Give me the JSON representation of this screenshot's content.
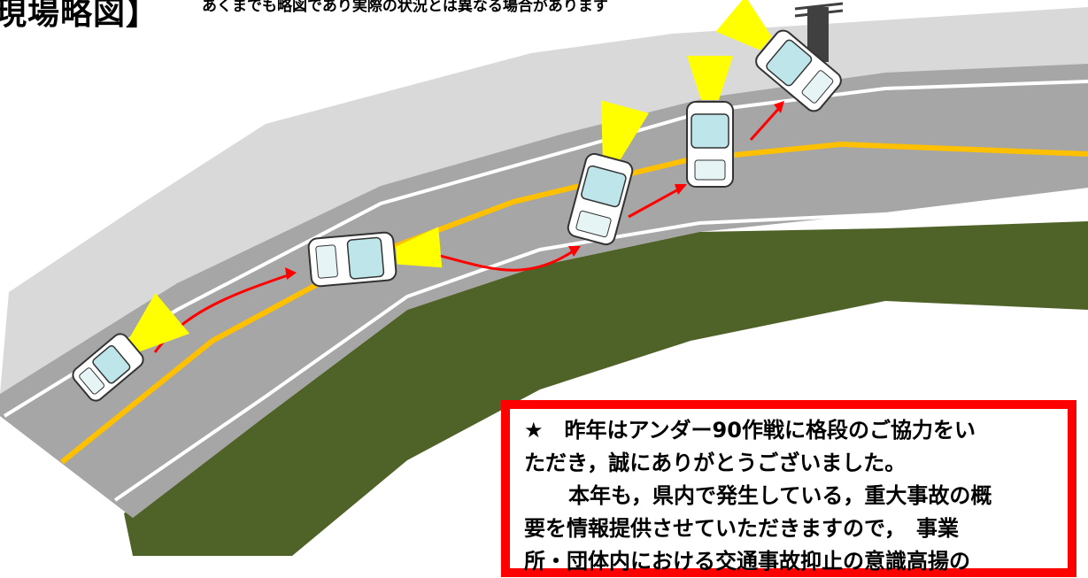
{
  "header": {
    "title": "現場略図】",
    "note": "あくまでも略図であり実際の状況とは異なる場合があります"
  },
  "notice": {
    "line1": "★　昨年はアンダー90作戦に格段のご協力をい",
    "line2": "ただき，誠にありがとうございました。",
    "line3": "本年も，県内で発生している，重大事故の概",
    "line4": "要を情報提供させていただきますので，　事業",
    "line5": "所・団体内における交通事故抑止の意識高揚の"
  },
  "colors": {
    "grass": "#4f6228",
    "road": "#a6a6a6",
    "sidewalk": "#d9d9d9",
    "center_line": "#ffc000",
    "path_arrow": "#ff0000",
    "headlight": "#ffff00",
    "notice_border": "#ff0000"
  }
}
